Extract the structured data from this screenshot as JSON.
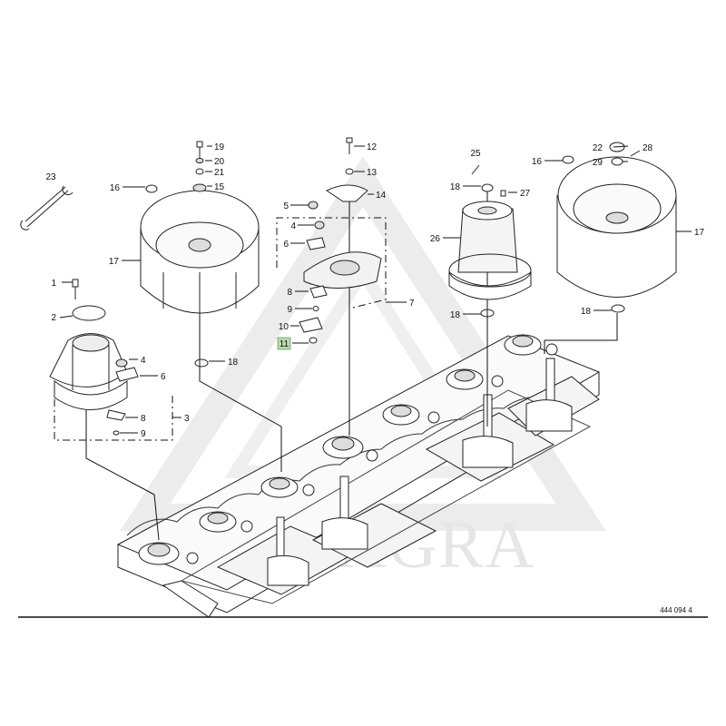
{
  "watermark": {
    "text": "LEMAGRA"
  },
  "drawing_code": "444 094 4",
  "highlight_color": "#b8dcb0",
  "labels": {
    "p1": "1",
    "p2": "2",
    "p3": "3",
    "p4": "4",
    "p6": "6",
    "p8": "8",
    "p9": "9",
    "p4b": "4",
    "p5": "5",
    "p6b": "6",
    "p7": "7",
    "p8b": "8",
    "p9b": "9",
    "p10": "10",
    "p11": "11",
    "p12": "12",
    "p13": "13",
    "p14": "14",
    "p15": "15",
    "p16": "16",
    "p17": "17",
    "p18a": "18",
    "p19": "19",
    "p20": "20",
    "p21": "21",
    "p23": "23",
    "p25": "25",
    "p18b": "18",
    "p26": "26",
    "p27": "27",
    "p18c": "18",
    "p16b": "16",
    "p22": "22",
    "p28": "28",
    "p29": "29",
    "p17b": "17",
    "p18d": "18"
  }
}
